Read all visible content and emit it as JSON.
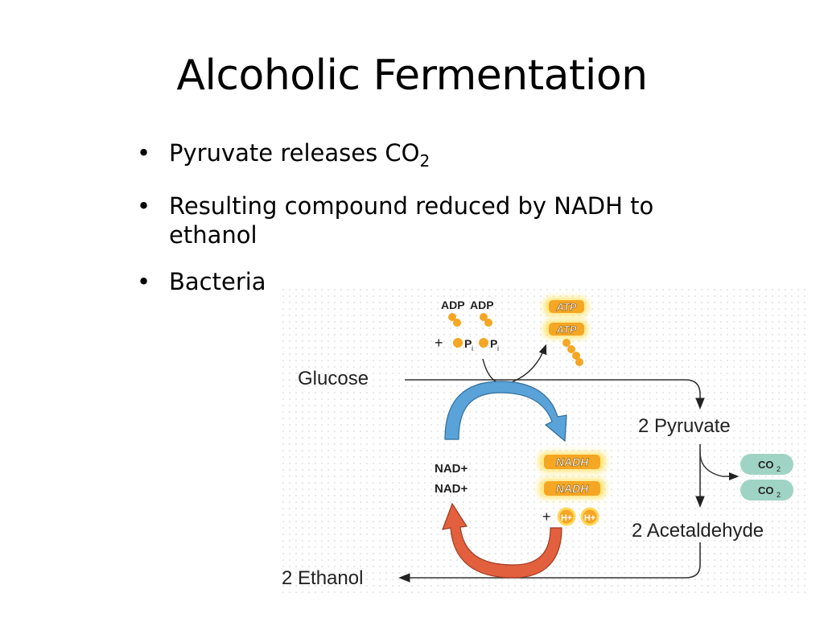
{
  "slide": {
    "title": "Alcoholic Fermentation",
    "bullets": [
      {
        "text": "Pyruvate releases CO",
        "sub": "2"
      },
      {
        "text": "Resulting compound reduced by NADH to ethanol"
      },
      {
        "text": "Bacteria"
      }
    ]
  },
  "diagram": {
    "glucose": "Glucose",
    "pyruvate": "2 Pyruvate",
    "acetaldehyde": "2 Acetaldehyde",
    "ethanol": "2 Ethanol",
    "adp1": "ADP",
    "adp2": "ADP",
    "plus1": "+",
    "pi1": "P",
    "pi2": "P",
    "pi_sub": "i",
    "atp1": "ATP",
    "atp2": "ATP",
    "nad1": "NAD+",
    "nad2": "NAD+",
    "nadh1": "NADH",
    "nadh2": "NADH",
    "plus2": "+",
    "h1": "H+",
    "h2": "H+",
    "co2_a": "CO",
    "co2_b": "CO",
    "co2_sub": "2",
    "colors": {
      "blue_arrow": "#5aa3d8",
      "red_arrow": "#e2603e",
      "atp_fill": "#f5a623",
      "co2_fill": "#9fd4c4"
    }
  }
}
